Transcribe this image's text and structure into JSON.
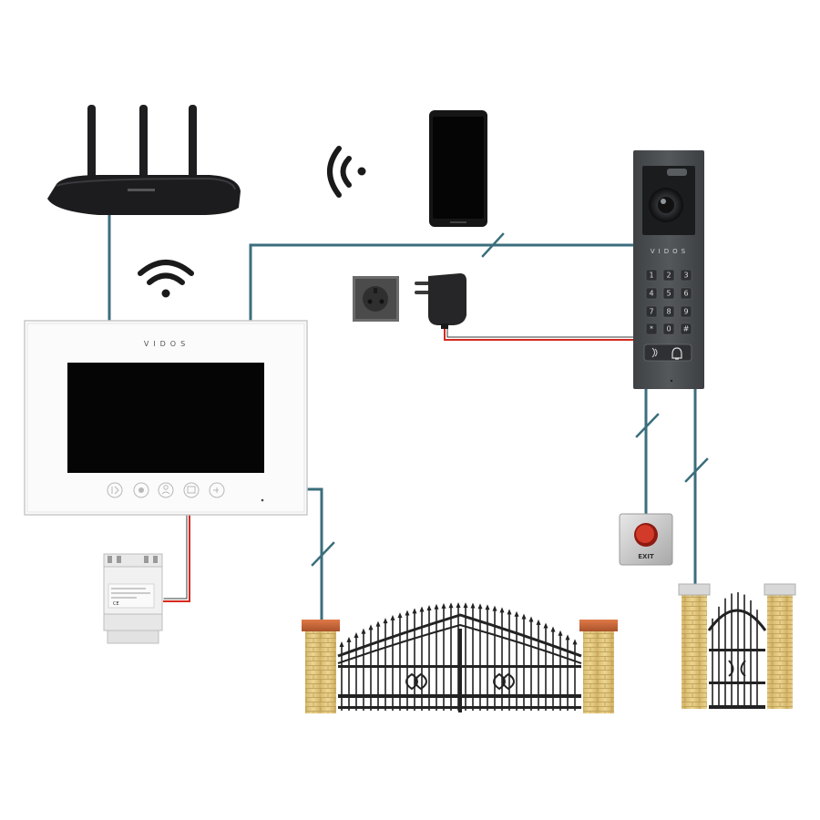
{
  "monitor": {
    "brand": "VIDOS"
  },
  "door_station": {
    "brand": "VIDOS",
    "keys": [
      "1",
      "2",
      "3",
      "4",
      "5",
      "6",
      "7",
      "8",
      "9",
      "*",
      "0",
      "#"
    ]
  },
  "exit_button": {
    "label": "EXIT"
  },
  "power_module": {
    "label": "CE"
  },
  "colors": {
    "data_wire": "#3b6e7c",
    "power_wire": "#d42a1e",
    "monitor_body": "#ffffff",
    "door_station_body": "#4a4d50",
    "router": "#1c1c1e",
    "brick": "#e2c77e",
    "cap": "#cc6a3d"
  },
  "icons": [
    "router-icon",
    "wifi-icon",
    "smartphone-icon",
    "power-socket-icon",
    "power-adapter-icon",
    "monitor-icon",
    "door-station-icon",
    "exit-button-icon",
    "din-power-supply-icon",
    "gate-icon",
    "wicket-gate-icon"
  ]
}
